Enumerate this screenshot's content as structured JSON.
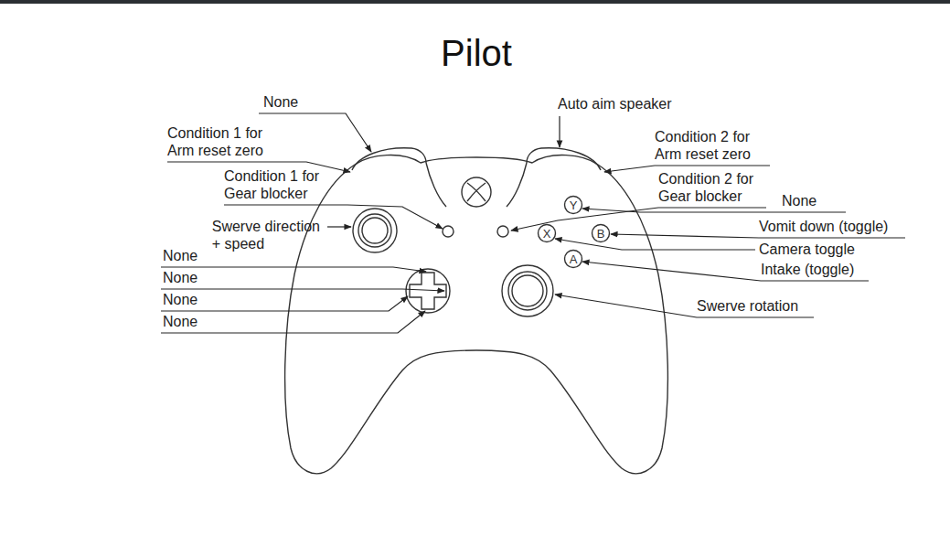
{
  "diagram": {
    "title": "Pilot",
    "labels": [
      "None",
      "Auto aim speaker",
      "Condition 1 for Arm reset zero",
      "Condition 2 for Arm reset zero",
      "Condition 1 for Gear blocker",
      "Condition 2 for Gear blocker",
      "Y",
      "None",
      "Swerve direction + speed",
      "X",
      "B",
      "Vomit down (toggle)",
      "None",
      "Camera toggle",
      "A",
      "Intake (toggle)",
      "None",
      "None",
      "None",
      "Swerve rotation"
    ]
  }
}
